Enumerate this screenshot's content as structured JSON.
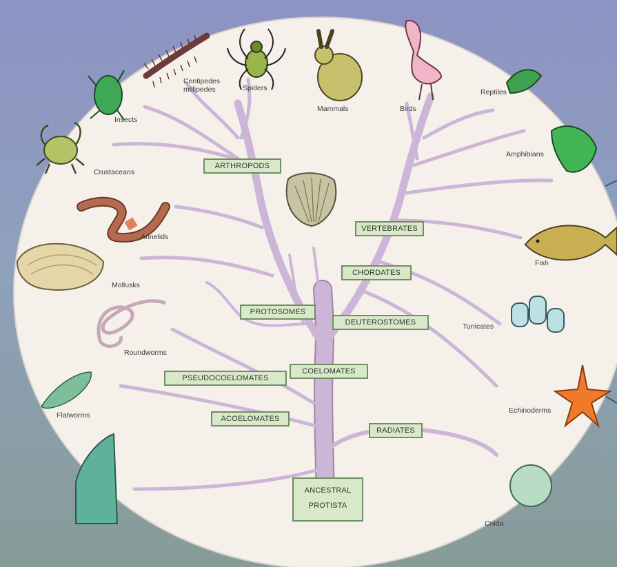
{
  "colors": {
    "background_top": "#8d93c4",
    "background_bottom": "#879c98",
    "disc": "#f5f0ea",
    "branch": "#cdb5d8",
    "branch_edge": "#9e86aa",
    "label_box": "#d8e8c8",
    "label_border": "#6e8f63"
  },
  "clades": {
    "arthropods": "ARTHROPODS",
    "vertebrates": "VERTEBRATES",
    "chordates": "CHORDATES",
    "protosomes": "PROTOSOMES",
    "deuterostomes": "DEUTEROSTOMES",
    "coelomates": "COELOMATES",
    "pseudocoelomates": "PSEUDOCOELOMATES",
    "acoelomates": "ACOELOMATES",
    "radiates": "RADIATES",
    "root_line1": "ANCESTRAL",
    "root_line2": "PROTISTA"
  },
  "taxa": {
    "centipedes_line1": "Centipedes",
    "centipedes_line2": "millipedes",
    "spiders": "Spiders",
    "insects": "Insects",
    "crustaceans": "Crustaceans",
    "annelids": "Annelids",
    "mollusks": "Mollusks",
    "roundworms": "Roundworms",
    "flatworms": "Flatworms",
    "mammals": "Mammals",
    "birds": "Birds",
    "reptiles": "Reptiles",
    "amphibians": "Amphibians",
    "fish": "Fish",
    "tunicates": "Tunicates",
    "echinoderms": "Echinoderms",
    "cnidarians": "Cnida"
  }
}
